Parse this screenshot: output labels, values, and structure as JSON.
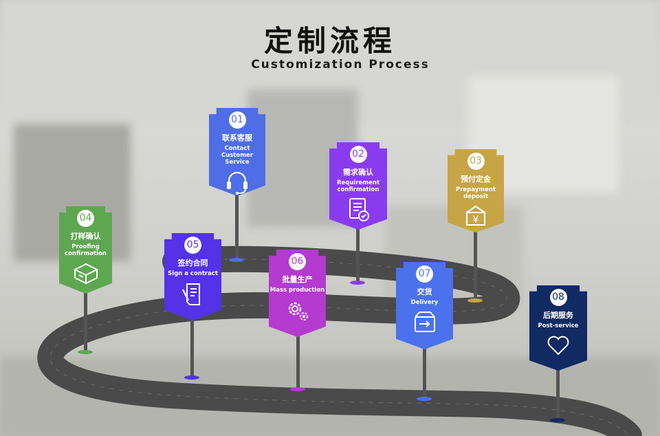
{
  "title": "定制流程",
  "subtitle": "Customization Process",
  "steps": [
    {
      "num": "01",
      "cn": "联系客服",
      "en": "Contact Customer Service",
      "color": "#4e6de7",
      "icon": "headset-icon"
    },
    {
      "num": "02",
      "cn": "需求确认",
      "en": "Requirement confirmation",
      "color": "#8a3bef",
      "icon": "document-check-icon"
    },
    {
      "num": "03",
      "cn": "预付定金",
      "en": "Prepayment deposit",
      "color": "#c7a546",
      "icon": "yen-envelope-icon"
    },
    {
      "num": "04",
      "cn": "打样确认",
      "en": "Proofing confirmation",
      "color": "#5ea751",
      "icon": "box-icon"
    },
    {
      "num": "05",
      "cn": "签约合同",
      "en": "Sign a contract",
      "color": "#5332e8",
      "icon": "contract-pen-icon"
    },
    {
      "num": "06",
      "cn": "批量生产",
      "en": "Mass production",
      "color": "#b53ad0",
      "icon": "gears-icon"
    },
    {
      "num": "07",
      "cn": "交货",
      "en": "Delivery",
      "color": "#4b72ec",
      "icon": "delivery-box-icon"
    },
    {
      "num": "08",
      "cn": "后期服务",
      "en": "Post-service",
      "color": "#102a63",
      "icon": "heart-icon"
    }
  ]
}
